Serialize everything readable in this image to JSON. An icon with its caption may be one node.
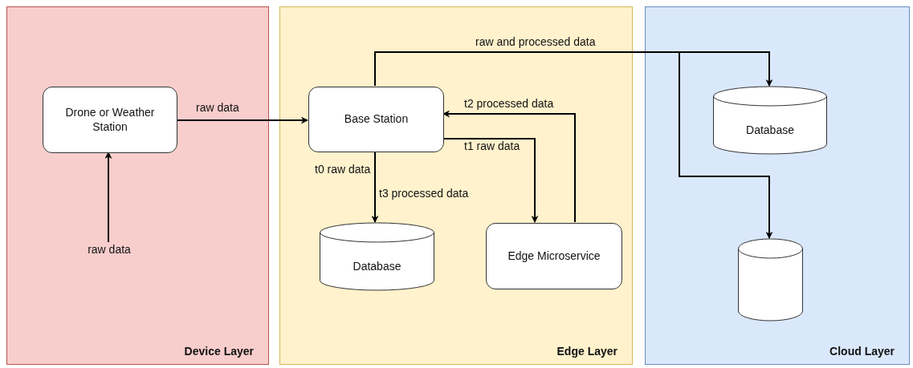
{
  "diagram": {
    "nodes": [
      {
        "text": [
          "Device Layer"
        ]
      },
      {
        "text": [
          "Drone or Weather Station"
        ],
        "in": 0
      },
      {
        "text": [
          "raw data"
        ],
        "in": 0
      },
      {
        "text": [
          "Edge Layer"
        ]
      },
      {
        "text": [
          "Base Station"
        ],
        "in": 3
      },
      {
        "text": [
          "Database"
        ],
        "in": 3
      },
      {
        "text": [
          "Edge Microservice"
        ],
        "in": 3
      },
      {
        "text": [
          "Cloud Layer"
        ]
      },
      {
        "text": [
          "Database"
        ],
        "in": 7
      },
      {
        "text": [],
        "shape": "cylinder",
        "in": 7
      }
    ],
    "edges": [
      {
        "from": 2,
        "to": 1,
        "arrow": "to"
      },
      {
        "from": 1,
        "to": 4,
        "arrow": "to",
        "label": "raw data"
      },
      {
        "from": 4,
        "to": 5,
        "arrow": "to",
        "label": "t0 raw data"
      },
      {
        "from": 4,
        "to": 6,
        "arrow": "to",
        "label": "t1 raw data"
      },
      {
        "from": 6,
        "to": 4,
        "arrow": "to",
        "label": "t2 processed data"
      },
      {
        "from": 4,
        "to": 8,
        "arrow": "to",
        "label": "raw and processed data"
      },
      {
        "from": 4,
        "to": 9,
        "arrow": "to"
      }
    ],
    "labels": [
      "t3 processed data"
    ]
  }
}
